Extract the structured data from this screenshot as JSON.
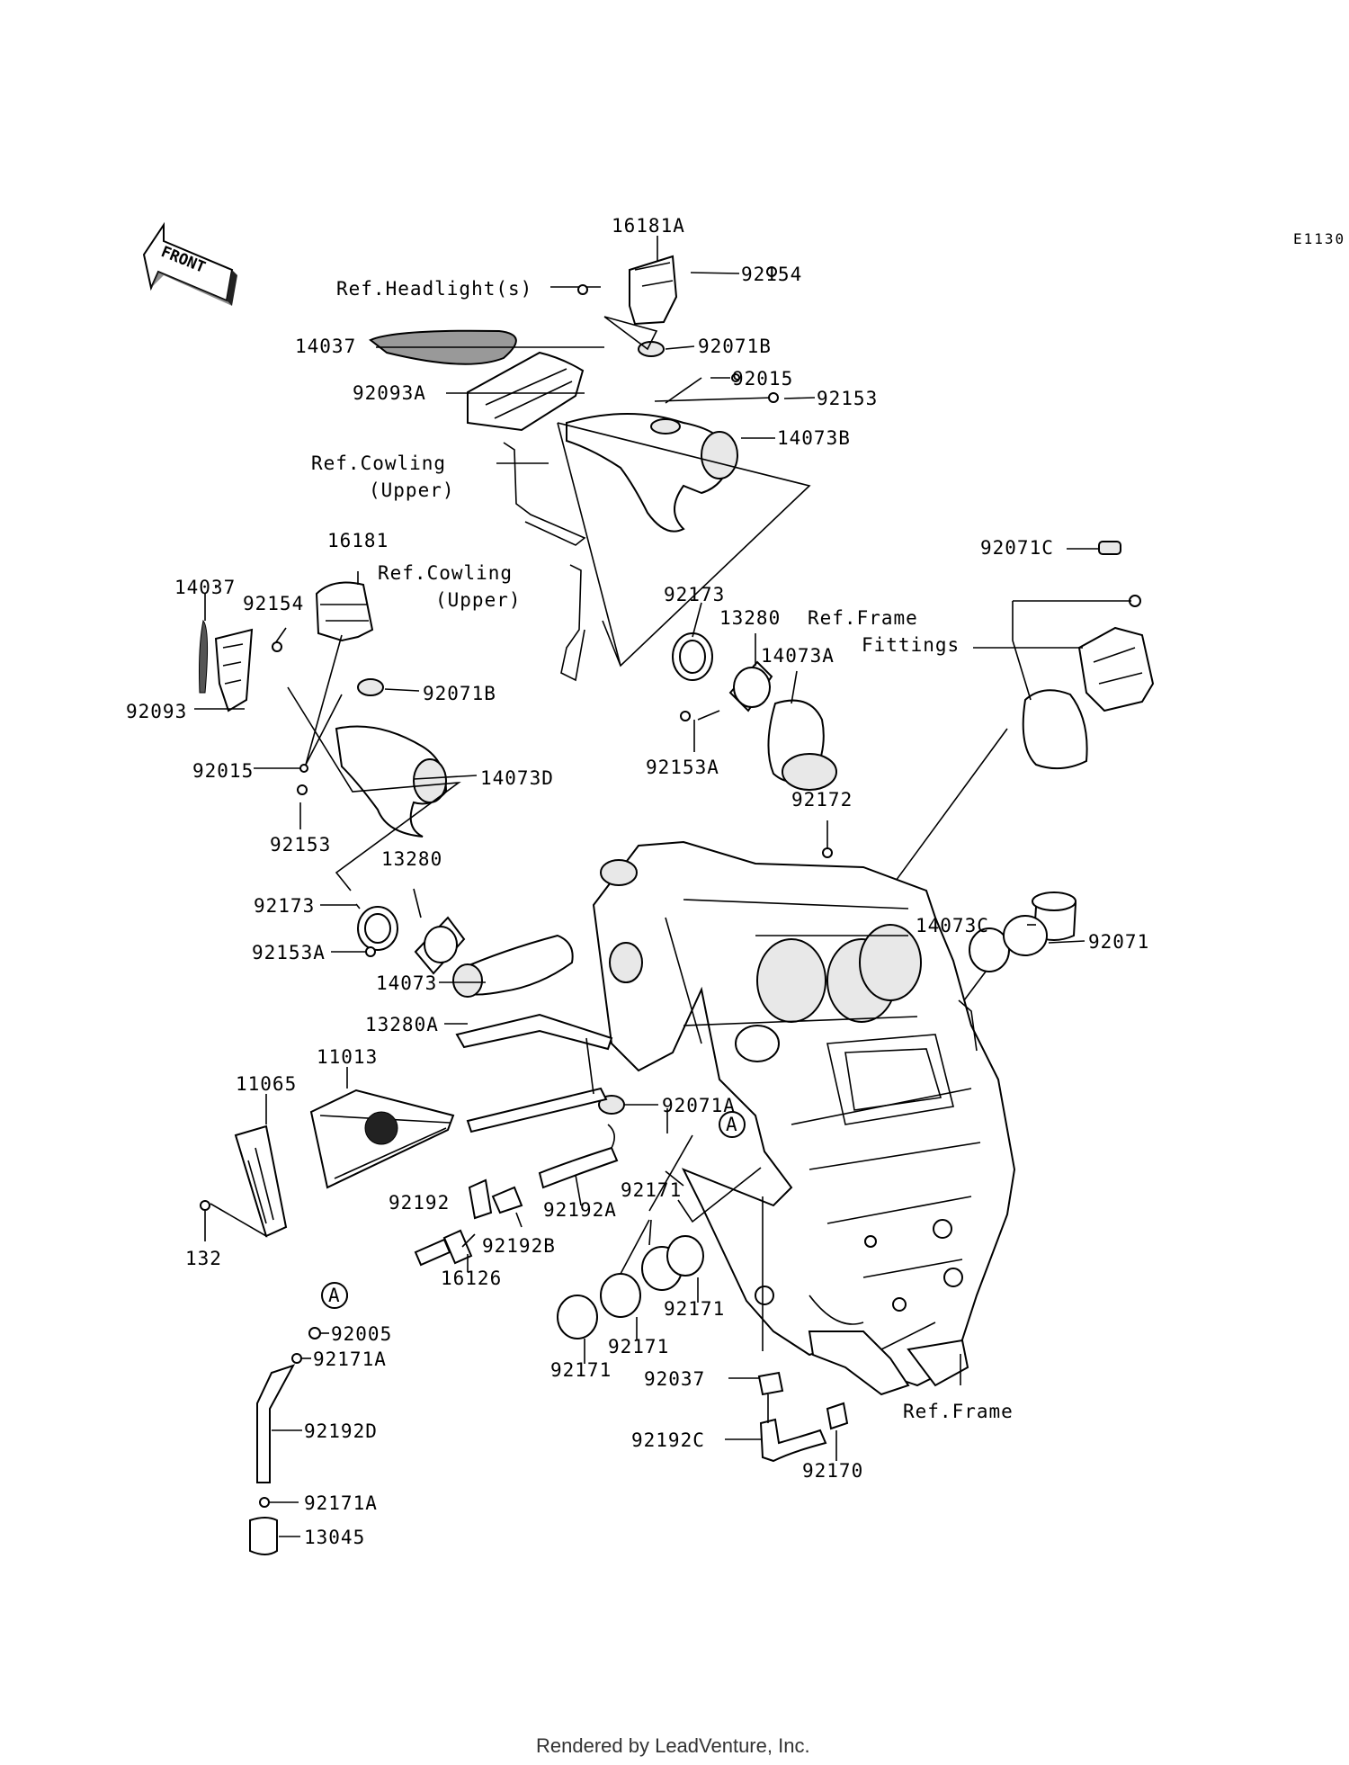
{
  "diagram_code": "E1130",
  "front_arrow": {
    "label": "FRONT",
    "icon": "front-arrow-icon"
  },
  "callouts": {
    "p16181A": "16181A",
    "p92154_top": "92154",
    "ref_headlight": "Ref.Headlight(s)",
    "p14037_top": "14037",
    "p92071B_top": "92071B",
    "p92015_top": "92015",
    "p92093A": "92093A",
    "p92153_top": "92153",
    "p14073B": "14073B",
    "ref_cowling_upper_1a": "Ref.Cowling",
    "ref_cowling_upper_1b": "(Upper)",
    "p92071C": "92071C",
    "p16181": "16181",
    "ref_cowling_upper_2a": "Ref.Cowling",
    "ref_cowling_upper_2b": "(Upper)",
    "p14037_left": "14037",
    "p92154_left": "92154",
    "p92173_top": "92173",
    "p13280_top": "13280",
    "ref_frame_fittings_a": "Ref.Frame",
    "ref_frame_fittings_b": "Fittings",
    "p14073A": "14073A",
    "p92093": "92093",
    "p92071B_left": "92071B",
    "p92153A_top": "92153A",
    "p92015_left": "92015",
    "p14073D": "14073D",
    "p92172": "92172",
    "p92153_left": "92153",
    "p13280_mid": "13280",
    "p14073C": "14073C",
    "p92173_mid": "92173",
    "p92071": "92071",
    "p92153A_mid": "92153A",
    "p14073": "14073",
    "p13280A": "13280A",
    "p11013": "11013",
    "p11065": "11065",
    "p92071A": "92071A",
    "callout_A_mid": "A",
    "p92192": "92192",
    "p92192A": "92192A",
    "p92171_a": "92171",
    "p132": "132",
    "p92192B": "92192B",
    "p16126": "16126",
    "p92171_b": "92171",
    "callout_A_left": "A",
    "p92005": "92005",
    "p92171_c": "92171",
    "p92171A_top": "92171A",
    "p92171_d": "92171",
    "p92037": "92037",
    "ref_frame": "Ref.Frame",
    "p92192D": "92192D",
    "p92192C": "92192C",
    "p92170": "92170",
    "p92171A_bot": "92171A",
    "p13045": "13045"
  },
  "footer": "Rendered by LeadVenture, Inc."
}
